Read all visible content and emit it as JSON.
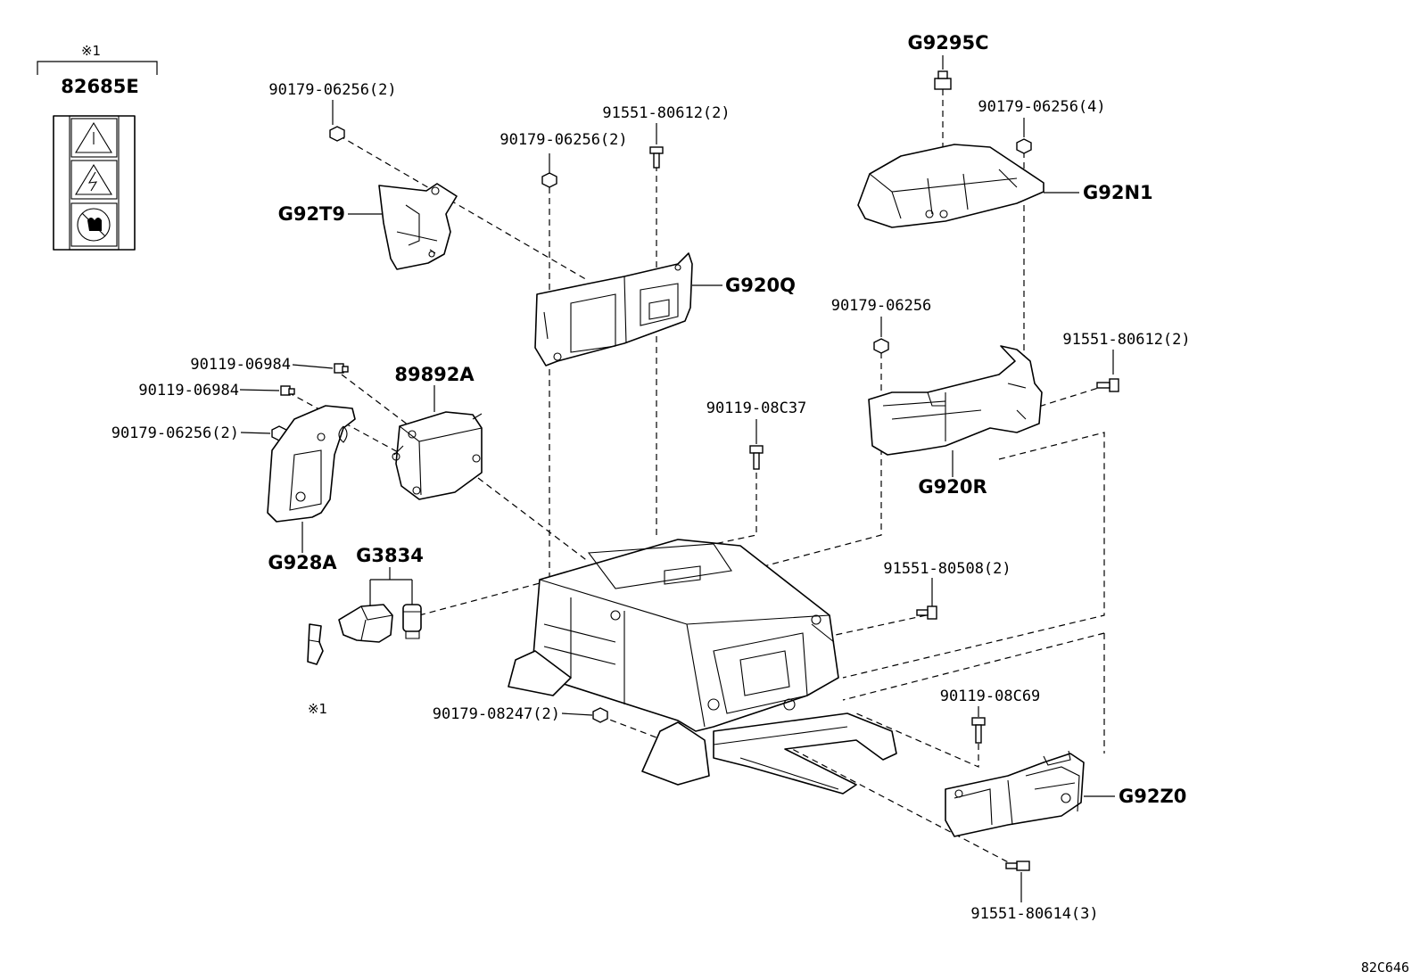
{
  "labels": {
    "note_top": "※1",
    "warning_label": "82685E",
    "nut_a": "90179-06256(2)",
    "bracket_a": "G92T9",
    "nut_b": "90179-06256(2)",
    "bolt_a": "91551-80612(2)",
    "plate_a": "G920Q",
    "grommet_a": "G9295C",
    "nut_c": "90179-06256(4)",
    "cover_a": "G92N1",
    "nut_d": "90179-06256",
    "bolt_b": "91551-80612(2)",
    "bracket_b": "G920R",
    "bolt_c": "90119-06984",
    "bolt_d": "90119-06984",
    "nut_e": "90179-06256(2)",
    "module_a": "89892A",
    "bracket_c": "G928A",
    "bolt_e": "90119-08C37",
    "sensor_a": "G3834",
    "bolt_f": "91551-80508(2)",
    "note_bottom": "※1",
    "nut_f": "90179-08247(2)",
    "bolt_g": "90119-08C69",
    "relay_a": "G92Z0",
    "bolt_h": "91551-80614(3)",
    "figure_code": "82C646"
  }
}
